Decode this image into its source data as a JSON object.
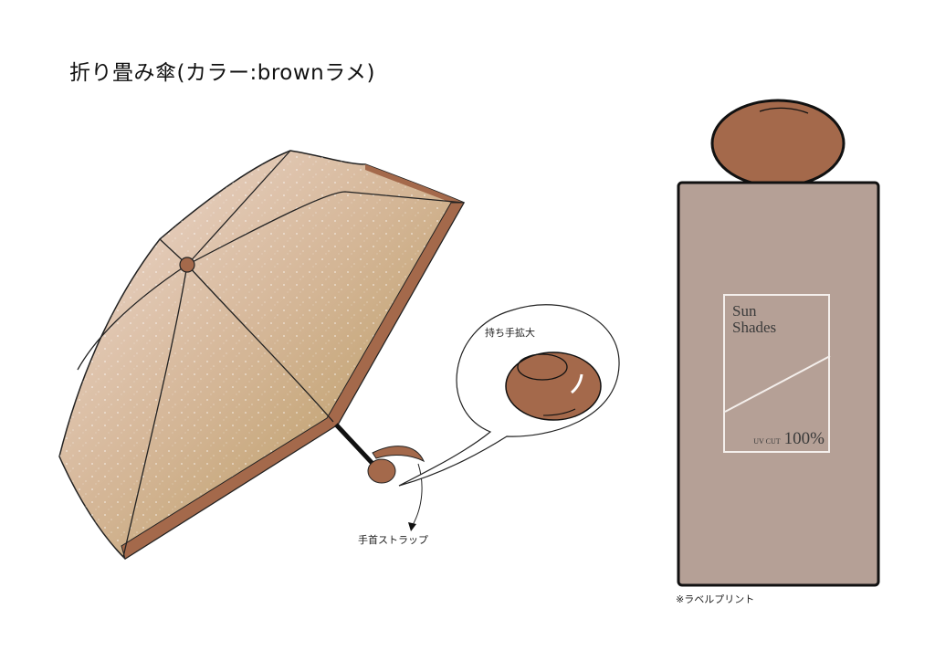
{
  "title": "折り畳み傘(カラー:brownラメ)",
  "annotations": {
    "handle_zoom": "持ち手拡大",
    "wrist_strap": "手首ストラップ",
    "label_print": "※ラベルプリント"
  },
  "label": {
    "brand_line1": "Sun",
    "brand_line2": "Shades",
    "uv_text": "UV CUT",
    "uv_value": "100%"
  },
  "colors": {
    "brown": "#a4694b",
    "case": "#b5a096",
    "canopy_light": "#ecd6cc",
    "canopy_gold": "#b8995f"
  }
}
